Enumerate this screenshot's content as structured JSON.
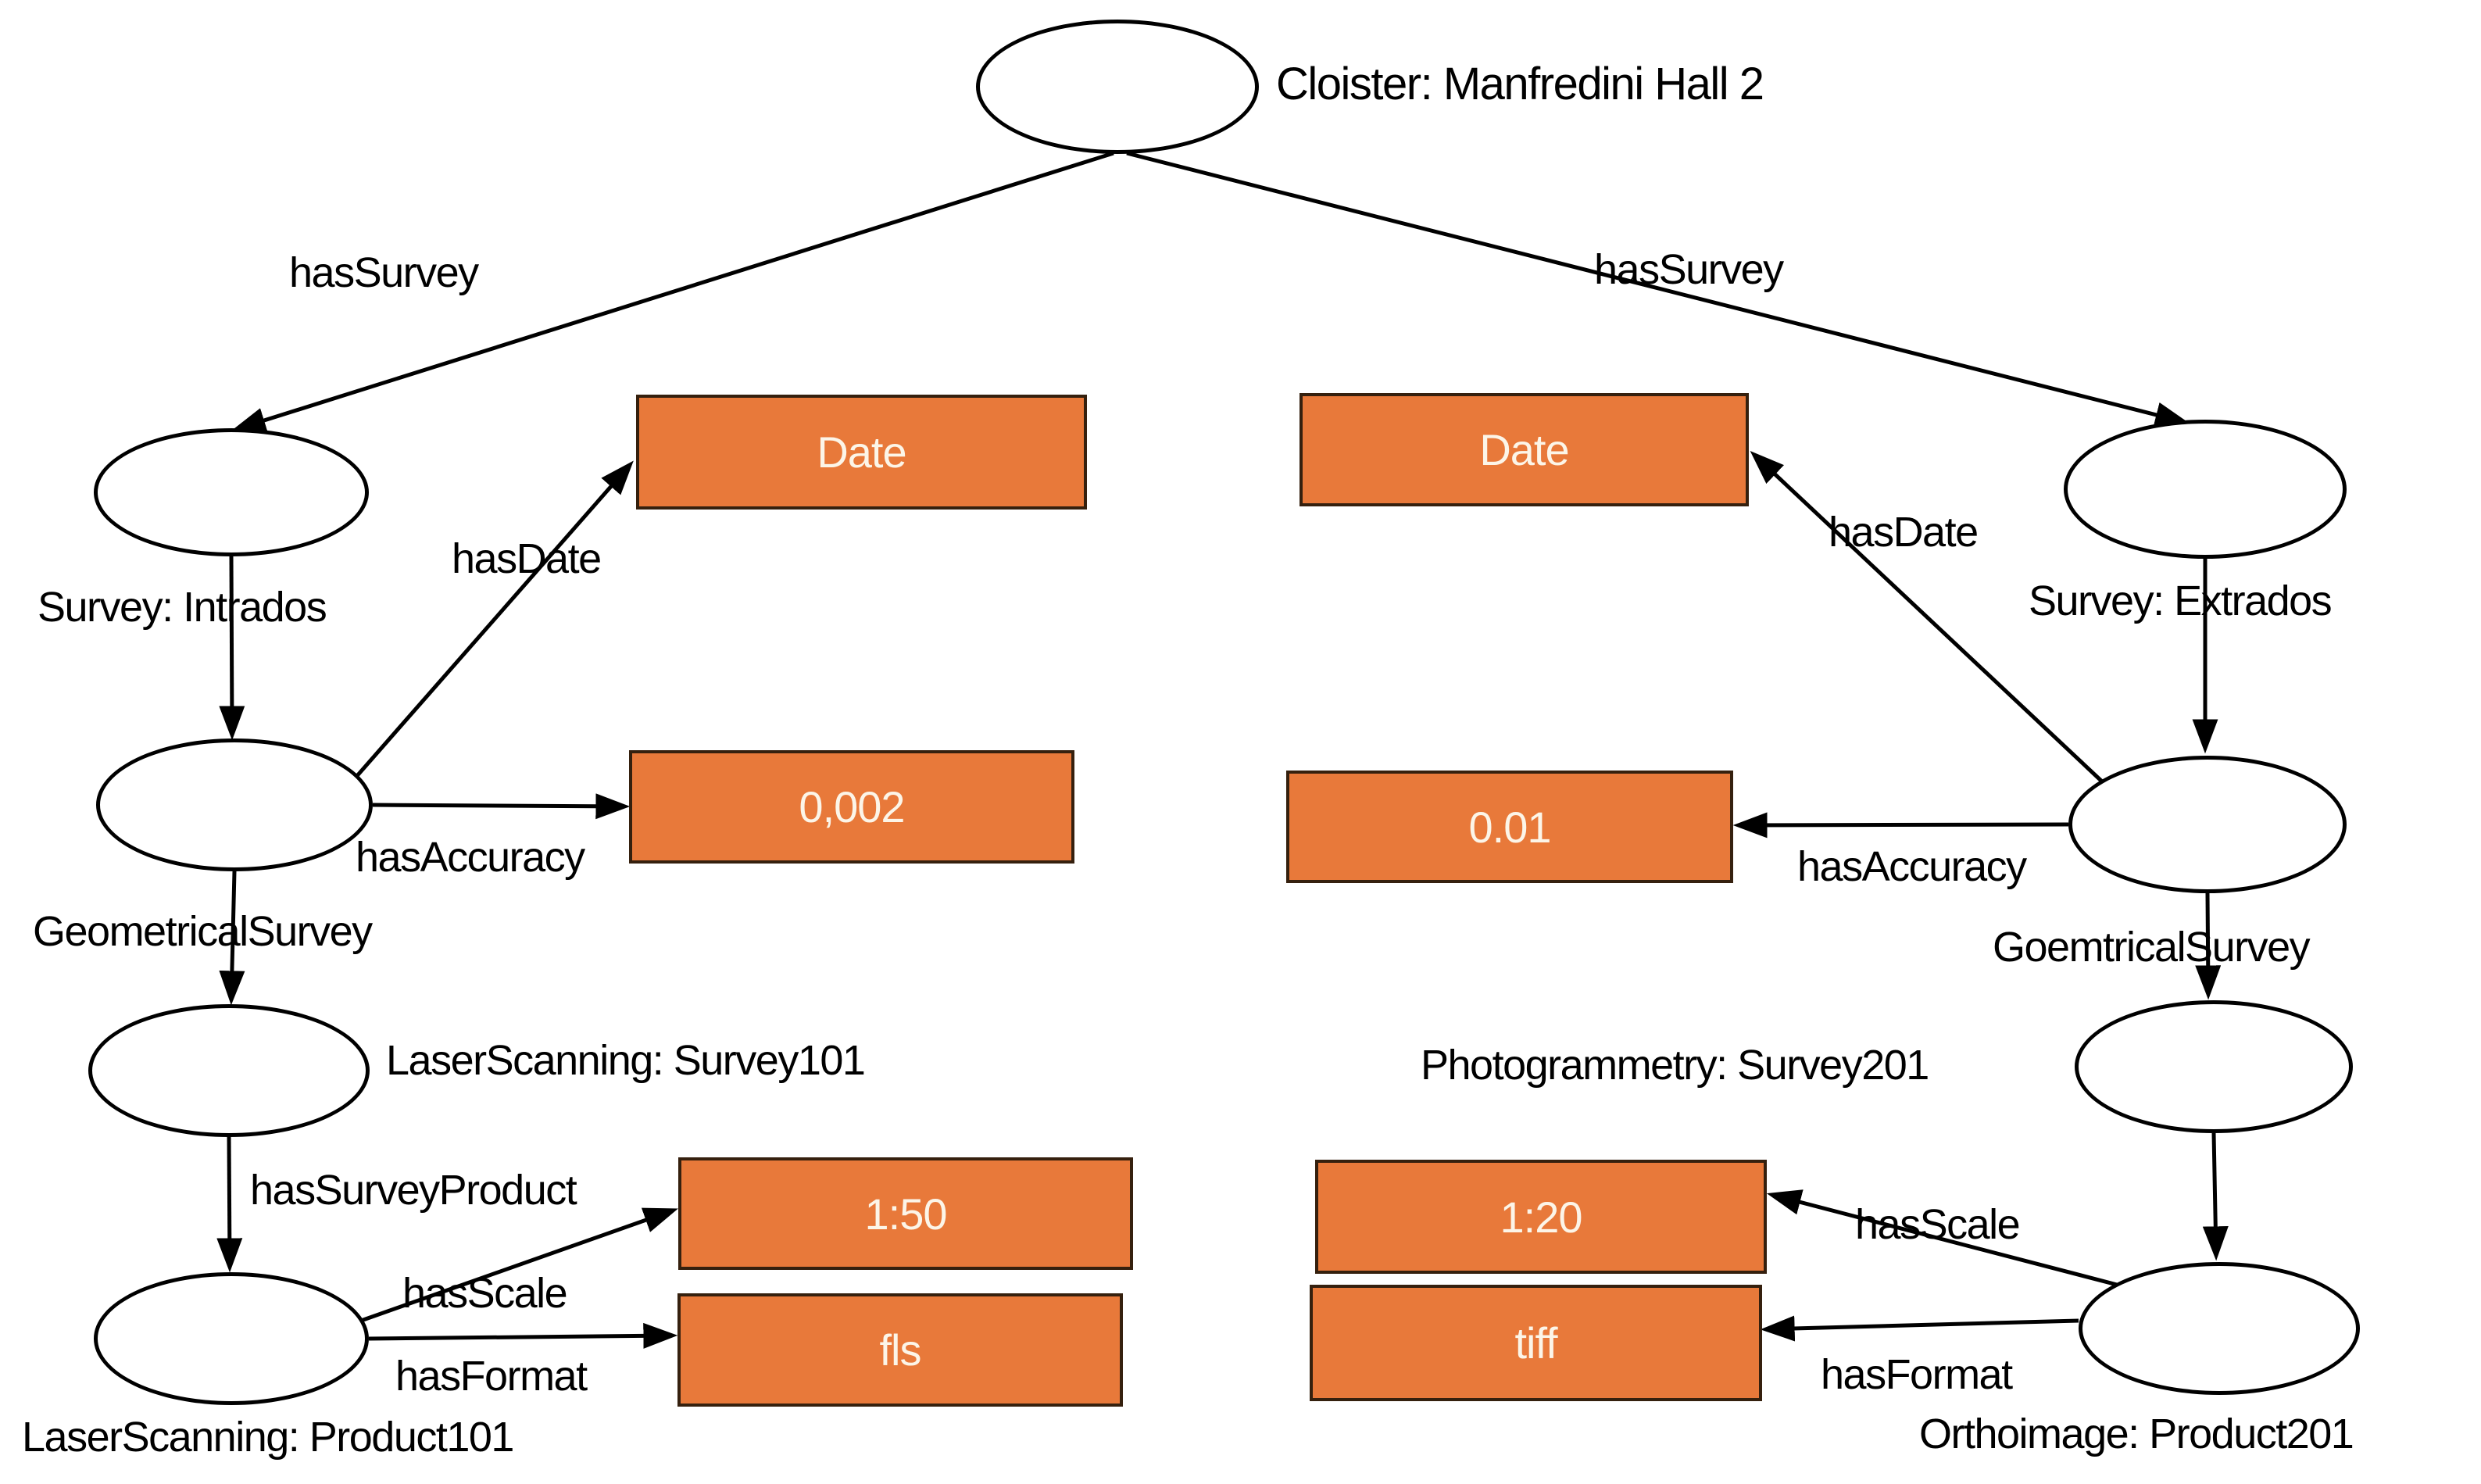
{
  "diagram": {
    "type": "ontology-graph",
    "root_label": "Cloister: Manfredini Hall 2"
  },
  "colors": {
    "background": "#ffffff",
    "line_color": "#000000",
    "node_fill": "#ffffff",
    "node_border": "#000000",
    "box_fill": "#e8793a",
    "box_border": "#35200e",
    "box_text": "#fcf5e8",
    "label_text": "#000000"
  },
  "nodes": [
    {
      "id": "cloister",
      "label": "Cloister: Manfredini Hall 2"
    },
    {
      "id": "survey-intrados",
      "label": "Survey: Intrados"
    },
    {
      "id": "geometrical-survey-left",
      "label": "GeometricalSurvey"
    },
    {
      "id": "laserscanning-survey101",
      "label": "LaserScanning: Survey101"
    },
    {
      "id": "laserscanning-product101",
      "label": "LaserScanning: Product101"
    },
    {
      "id": "survey-extrados",
      "label": "Survey: Extrados"
    },
    {
      "id": "goemtrical-survey-right",
      "label": "GoemtricalSurvey"
    },
    {
      "id": "photogrammetry-survey201",
      "label": "Photogrammetry: Survey201"
    },
    {
      "id": "orthoimage-product201",
      "label": "Orthoimage: Product201"
    }
  ],
  "literals": [
    {
      "id": "date-left",
      "value": "Date"
    },
    {
      "id": "accuracy-left",
      "value": "0,002"
    },
    {
      "id": "scale-left",
      "value": "1:50"
    },
    {
      "id": "format-left",
      "value": "fls"
    },
    {
      "id": "date-right",
      "value": "Date"
    },
    {
      "id": "accuracy-right",
      "value": "0.01"
    },
    {
      "id": "scale-right",
      "value": "1:20"
    },
    {
      "id": "format-right",
      "value": "tiff"
    }
  ],
  "edges": [
    {
      "label": "hasSurvey",
      "from": "cloister",
      "to": "survey-intrados"
    },
    {
      "label": "hasSurvey",
      "from": "cloister",
      "to": "survey-extrados"
    },
    {
      "label": "hasDate",
      "from": "geometrical-survey-left",
      "to": "date-left"
    },
    {
      "label": "hasAccuracy",
      "from": "geometrical-survey-left",
      "to": "accuracy-left"
    },
    {
      "label": "hasSurveyProduct",
      "from": "laserscanning-survey101",
      "to": "laserscanning-product101"
    },
    {
      "label": "hasScale",
      "from": "laserscanning-product101",
      "to": "scale-left"
    },
    {
      "label": "hasFormat",
      "from": "laserscanning-product101",
      "to": "format-left"
    },
    {
      "label": "hasDate",
      "from": "goemtrical-survey-right",
      "to": "date-right"
    },
    {
      "label": "hasAccuracy",
      "from": "goemtrical-survey-right",
      "to": "accuracy-right"
    },
    {
      "label": "hasScale",
      "from": "orthoimage-product201",
      "to": "scale-right"
    },
    {
      "label": "hasFormat",
      "from": "orthoimage-product201",
      "to": "format-right"
    },
    {
      "label": "",
      "from": "survey-intrados",
      "to": "geometrical-survey-left"
    },
    {
      "label": "",
      "from": "geometrical-survey-left",
      "to": "laserscanning-survey101"
    },
    {
      "label": "",
      "from": "survey-extrados",
      "to": "goemtrical-survey-right"
    },
    {
      "label": "",
      "from": "goemtrical-survey-right",
      "to": "photogrammetry-survey201"
    },
    {
      "label": "",
      "from": "photogrammetry-survey201",
      "to": "orthoimage-product201"
    }
  ]
}
